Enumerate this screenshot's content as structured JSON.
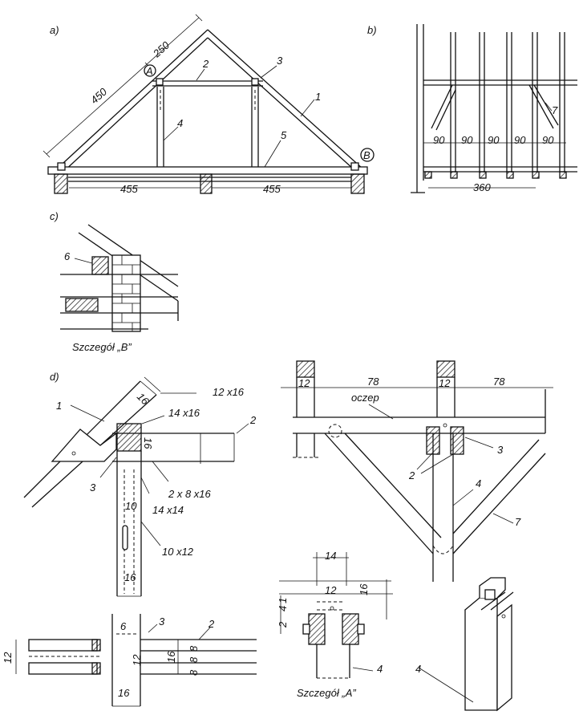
{
  "panels": {
    "a": "a)",
    "b": "b)",
    "c": "c)",
    "d": "d)"
  },
  "panel_a": {
    "dim_450": "450",
    "dim_250": "250",
    "dim_455_left": "455",
    "dim_455_right": "455",
    "point_A": "A",
    "point_B": "B",
    "part_1": "1",
    "part_2": "2",
    "part_3": "3",
    "part_4": "4",
    "part_5": "5"
  },
  "panel_b": {
    "spacings": [
      "90",
      "90",
      "90",
      "90",
      "90"
    ],
    "dim_360": "360",
    "part_7": "7"
  },
  "panel_c": {
    "part_6": "6",
    "caption": "Szczegół „B”"
  },
  "panel_d_left": {
    "part_1": "1",
    "part_2": "2",
    "part_3": "3",
    "dim_16_top": "16",
    "sec_12x16": "12 x16",
    "sec_14x16": "14 x16",
    "dim_16_side": "16",
    "sec_2x8x16": "2 x 8 x16",
    "sec_14x14": "14 x14",
    "dim_10": "10",
    "sec_10x12": "10 x12",
    "dim_16_bottom": "16"
  },
  "panel_d_right": {
    "dim_12_left": "12",
    "dim_78_left": "78",
    "dim_12_right": "12",
    "dim_78_right": "78",
    "oczep": "oczep",
    "part_2": "2",
    "part_3": "3",
    "part_4": "4",
    "part_7": "7"
  },
  "detail_a": {
    "dim_14": "14",
    "dim_12": "12",
    "dim_16": "16",
    "dim_2": "2",
    "dim_4": "4",
    "dim_1": "1",
    "part_4": "4",
    "caption": "Szczegół „A”"
  },
  "plan_view": {
    "dim_12": "12",
    "dim_6": "6",
    "dim_12_inner": "12",
    "dim_16_mid": "16",
    "dim_8_a": "8",
    "dim_8_b": "8",
    "dim_8_c": "8",
    "dim_16_bottom": "16",
    "part_3": "3",
    "part_2": "2"
  },
  "iso_view": {
    "part_4": "4"
  }
}
